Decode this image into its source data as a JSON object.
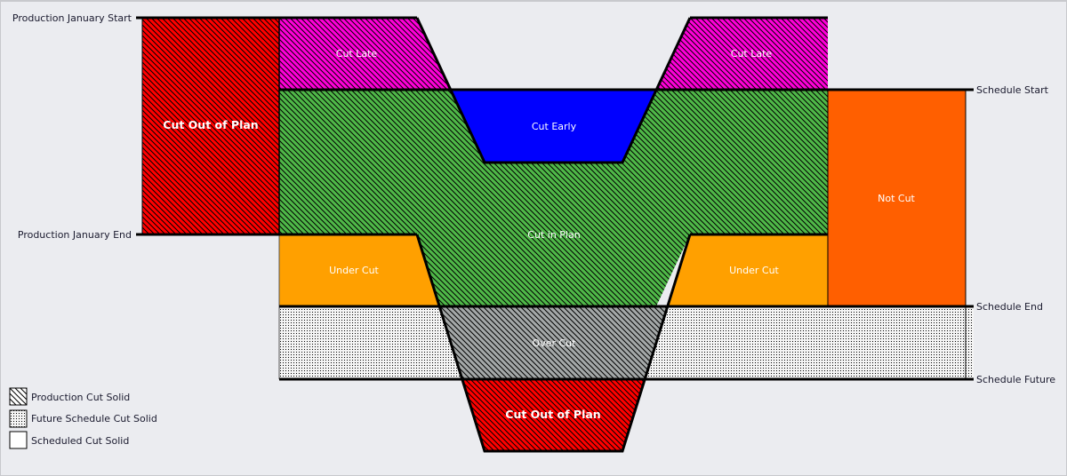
{
  "axis_labels": {
    "production_january_start": "Production January Start",
    "production_january_end": "Production January End",
    "schedule_start": "Schedule Start",
    "schedule_end": "Schedule End",
    "schedule_future": "Schedule Future"
  },
  "regions": {
    "cut_out_of_plan_left": "Cut Out of Plan",
    "cut_late_left": "Cut Late",
    "cut_late_right": "Cut Late",
    "cut_early": "Cut Early",
    "cut_in_plan": "Cut in Plan",
    "not_cut": "Not Cut",
    "under_cut_left": "Under Cut",
    "under_cut_right": "Under Cut",
    "over_cut": "Over Cut",
    "cut_out_of_plan_bottom": "Cut Out of Plan"
  },
  "legend": [
    {
      "label": "Production Cut Solid",
      "swatch": "hatch"
    },
    {
      "label": "Future Schedule Cut Solid",
      "swatch": "dots"
    },
    {
      "label": "Scheduled Cut Solid",
      "swatch": "blank"
    }
  ],
  "colors": {
    "cut_out_of_plan": "#ff0000",
    "cut_late": "#ff00d8",
    "cut_early": "#0000ff",
    "cut_in_plan": "#4fb848",
    "not_cut": "#ff5f00",
    "under_cut": "#ffa000",
    "over_cut": "#a4a8a8",
    "future": "#f4f4f4",
    "background": "#ebecf0"
  }
}
